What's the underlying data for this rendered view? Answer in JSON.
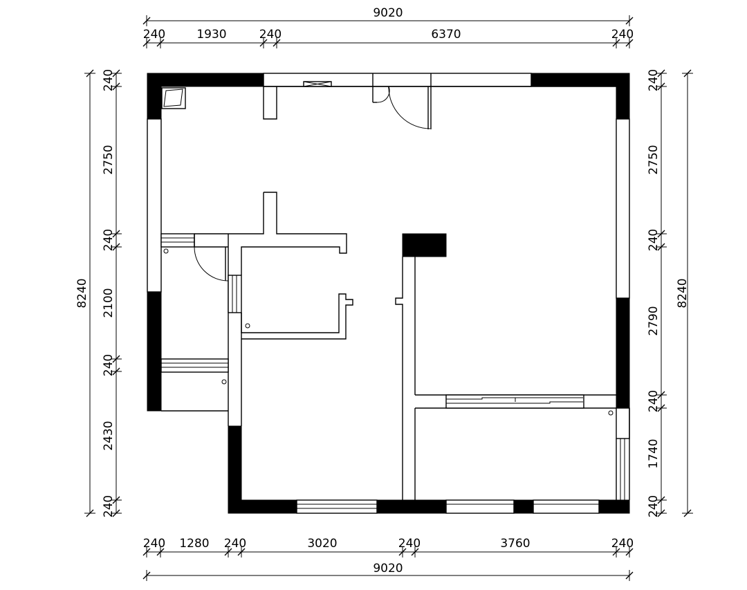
{
  "dimensions": {
    "top_total": "9020",
    "top_segments": [
      "240",
      "1930",
      "240",
      "6370",
      "240"
    ],
    "bottom_segments": [
      "240",
      "1280",
      "240",
      "3020",
      "240",
      "3760",
      "240"
    ],
    "bottom_total": "9020",
    "left_total": "8240",
    "left_segments": [
      "240",
      "2750",
      "240",
      "2100",
      "240",
      "2430",
      "240"
    ],
    "right_total": "8240",
    "right_segments": [
      "240",
      "2750",
      "240",
      "2790",
      "240",
      "1740",
      "240"
    ]
  }
}
